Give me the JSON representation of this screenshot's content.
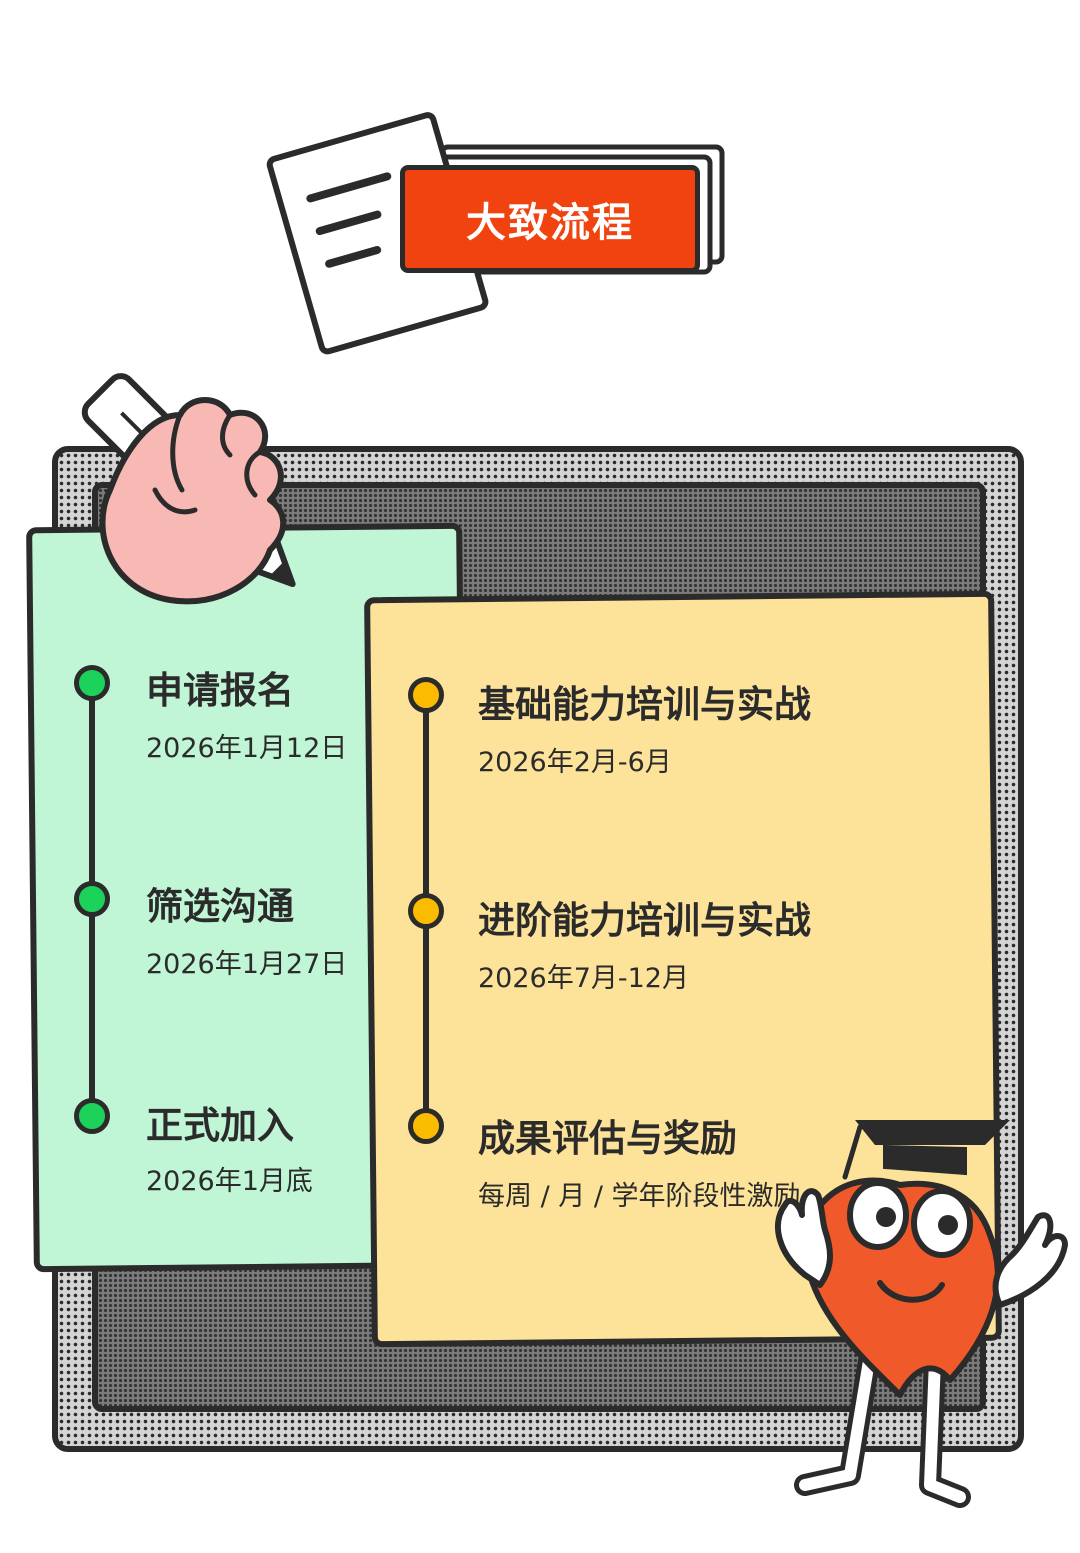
{
  "header": {
    "title": "大致流程"
  },
  "left_timeline": [
    {
      "title": "申请报名",
      "date": "2026年1月12日"
    },
    {
      "title": "筛选沟通",
      "date": "2026年1月27日"
    },
    {
      "title": "正式加入",
      "date": "2026年1月底"
    }
  ],
  "right_timeline": [
    {
      "title": "基础能力培训与实战",
      "date": "2026年2月-6月"
    },
    {
      "title": "进阶能力培训与实战",
      "date": "2026年7月-12月"
    },
    {
      "title": "成果评估与奖励",
      "date": "每周 / 月 / 学年阶段性激励"
    }
  ],
  "colors": {
    "accent_red": "#f0430f",
    "green_card": "#c0f5d6",
    "yellow_card": "#fde39a",
    "green_dot": "#1dd25a",
    "yellow_dot": "#fbbb00",
    "outline": "#2b2b2b"
  },
  "icons": [
    "document-icon",
    "hand-pencil-icon",
    "mascot-graduate-icon"
  ]
}
